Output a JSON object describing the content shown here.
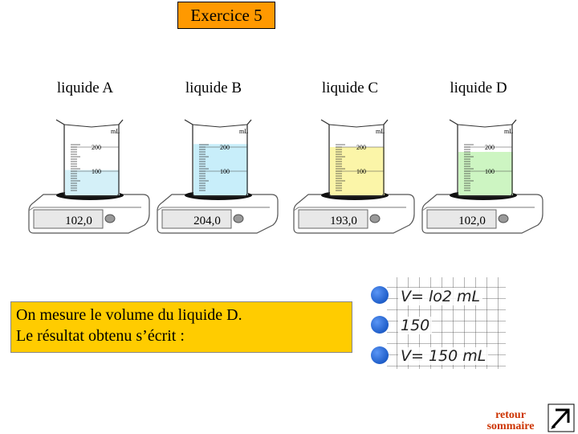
{
  "title": "Exercice 5",
  "liquids": [
    {
      "label": "liquide A",
      "display": "102,0",
      "volume_level": 0.42,
      "color": "#d4f0f8"
    },
    {
      "label": "liquide B",
      "display": "204,0",
      "volume_level": 0.85,
      "color": "#c8eefa"
    },
    {
      "label": "liquide C",
      "display": "193,0",
      "volume_level": 0.8,
      "color": "#fbf5a8"
    },
    {
      "label": "liquide D",
      "display": "102,0",
      "volume_level": 0.72,
      "color": "#cdf5c2"
    }
  ],
  "beaker": {
    "unit": "mL",
    "mark_200": "200",
    "mark_100": "100"
  },
  "question": {
    "line1": "On mesure le volume du liquide D.",
    "line2": "Le résultat obtenu s’écrit :"
  },
  "answers": [
    {
      "text": "V= lo2 mL"
    },
    {
      "text": "150"
    },
    {
      "text": "V= 150 mL"
    }
  ],
  "nav": {
    "retour": "retour",
    "sommaire": "sommaire"
  },
  "colors": {
    "title_bg": "#ff9900",
    "question_bg": "#ffcc00",
    "answer_dot": "#2a6be0",
    "nav_text": "#cc3300"
  }
}
